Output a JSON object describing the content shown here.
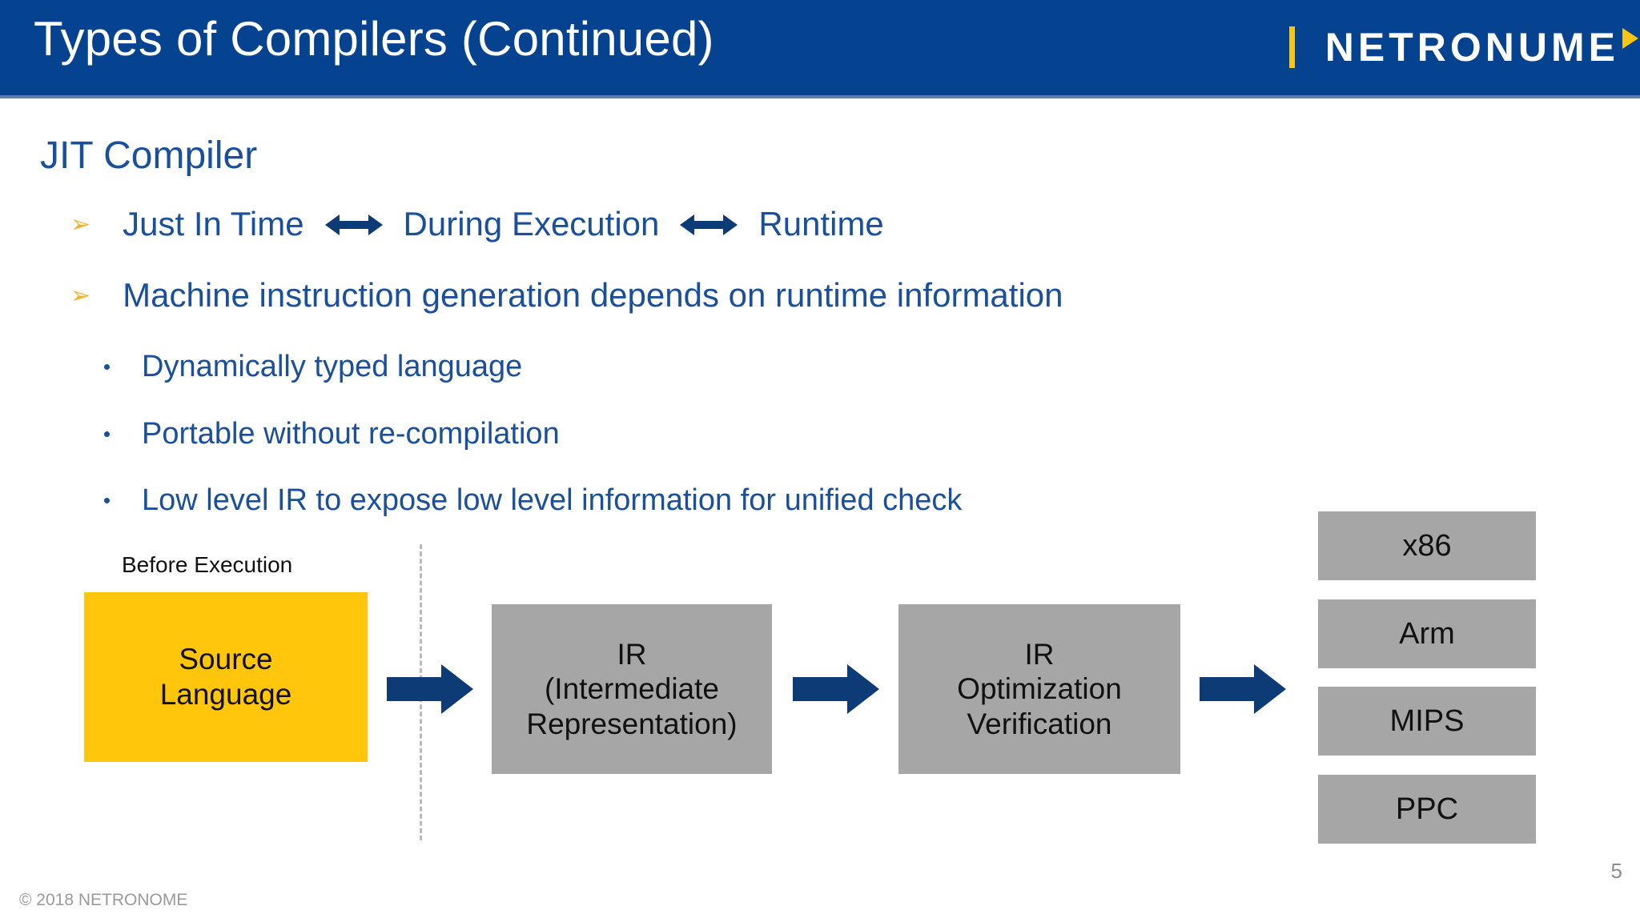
{
  "header": {
    "title": "Types of Compilers (Continued)",
    "bar_color": "#054391",
    "logo": {
      "wordmark": "NETRON",
      "wordmark_tail": "ME",
      "o_glyph": "U",
      "accent_color": "#f5c518",
      "bar_name": "logo-accent-bar"
    }
  },
  "content": {
    "heading": "JIT Compiler",
    "bullets": [
      {
        "level": 1,
        "marker": "➢",
        "segments": [
          "Just In Time",
          "During Execution",
          "Runtime"
        ],
        "arrow_between": true
      },
      {
        "level": 1,
        "marker": "➢",
        "text": "Machine instruction generation depends on runtime information"
      },
      {
        "level": 2,
        "marker": "•",
        "text": "Dynamically typed language"
      },
      {
        "level": 2,
        "marker": "•",
        "text": "Portable without re-compilation"
      },
      {
        "level": 2,
        "marker": "•",
        "text": "Low level IR to expose low level information for unified check"
      }
    ]
  },
  "diagram": {
    "phase_label": "Before Execution",
    "stages": [
      {
        "id": "source",
        "lines": [
          "Source",
          "Language"
        ],
        "color": "#FFC60B"
      },
      {
        "id": "ir",
        "lines": [
          "IR",
          "(Intermediate",
          "Representation)"
        ],
        "color": "#A6A6A6"
      },
      {
        "id": "ir-optimization",
        "lines": [
          "IR",
          "Optimization",
          "Verification"
        ],
        "color": "#A6A6A6"
      }
    ],
    "targets": [
      {
        "label": "x86"
      },
      {
        "label": "Arm"
      },
      {
        "label": "MIPS"
      },
      {
        "label": "PPC"
      }
    ],
    "arrow_color": "#0d3b76",
    "divider_style": "dashed"
  },
  "footer": {
    "copyright": "© 2018 NETRONOME",
    "page_number": "5"
  }
}
